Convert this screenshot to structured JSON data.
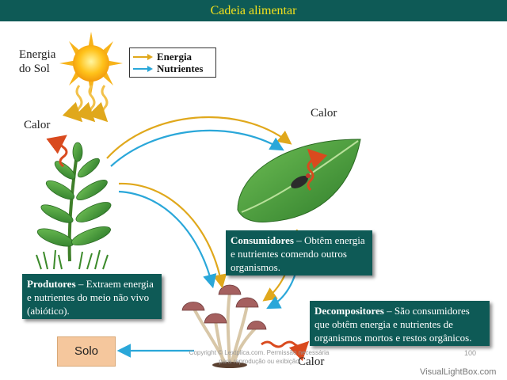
{
  "title": "Cadeia alimentar",
  "labels": {
    "sun_energy": "Energia do Sol",
    "heat_plant": "Calor",
    "heat_consumer": "Calor",
    "heat_decomposer": "Calor"
  },
  "legend": {
    "energy": "Energia",
    "nutrients": "Nutrientes",
    "energy_color": "#e0a81c",
    "nutrients_color": "#2aa7d9"
  },
  "boxes": {
    "producers_title": "Produtores",
    "producers_text": " – Extraem energia e nutrientes do meio não vivo (abiótico).",
    "consumers_title": "Consumidores",
    "consumers_text": " – Obtêm energia e nutrientes comendo outros organismos.",
    "decomposers_title": "Decompositores",
    "decomposers_text": " – São consumidores que obtêm energia e nutrientes de organismos mortos e restos orgânicos."
  },
  "soil": "Solo",
  "copyright": "Copyright © Lextplica.com. Permissão necessária para reprodução ou exibição",
  "page_number": "100",
  "watermark": "VisualLightBox.com"
}
